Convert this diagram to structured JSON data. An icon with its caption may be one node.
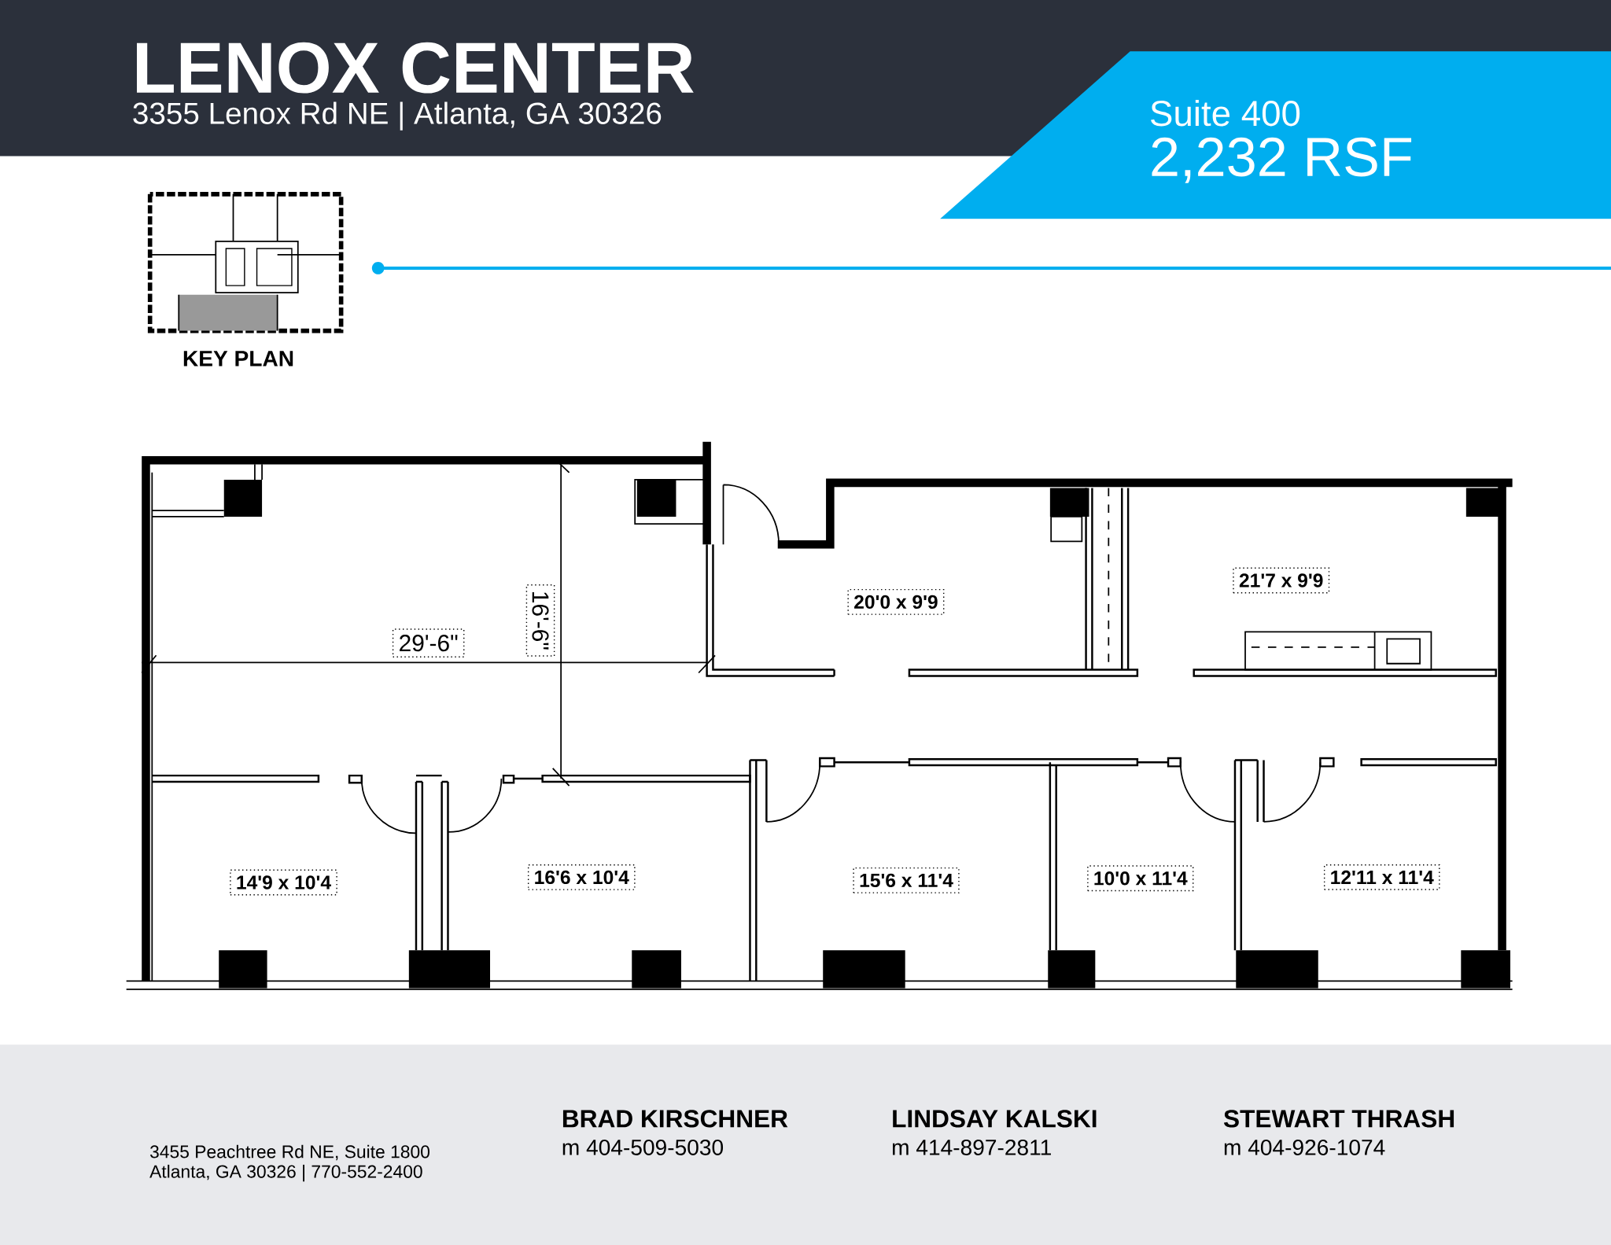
{
  "diagram": {
    "title": "LENOX CENTER",
    "labels": [
      "3355 Lenox Rd NE | Atlanta, GA 30326",
      "Suite 400",
      "2,232 RSF",
      "KEY PLAN",
      "29'-6\"",
      "16'-6\"",
      "20'0 x 9'9",
      "21'7 x 9'9",
      "14'9 x 10'4",
      "16'6 x 10'4",
      "15'6 x 11'4",
      "10'0 x 11'4",
      "12'11 x 11'4",
      "3455 Peachtree Rd NE, Suite 1800",
      "Atlanta, GA 30326 | 770-552-2400",
      "BRAD KIRSCHNER",
      "m 404-509-5030",
      "LINDSAY KALSKI",
      "m 414-897-2811",
      "STEWART THRASH",
      "m 404-926-1074"
    ]
  }
}
